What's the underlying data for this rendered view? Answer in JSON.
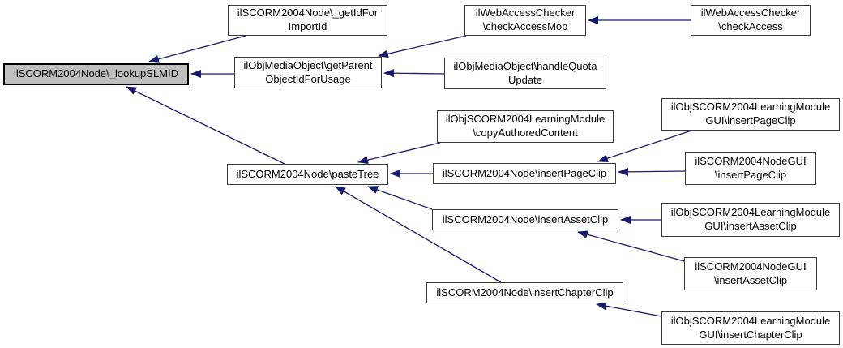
{
  "diagram": {
    "type": "caller-graph",
    "background_color": "#ffffff",
    "edge_color": "#191970",
    "node_fill": "#ffffff",
    "node_border_color": "#383838",
    "highlight_node_fill": "#bfbfbf",
    "highlight_node_border": "#000000",
    "nodes": {
      "lookup_slmid": {
        "label": [
          "ilSCORM2004Node\\_lookupSLMID"
        ],
        "highlighted": true
      },
      "get_id_for_import_id": {
        "label": [
          "ilSCORM2004Node\\_getIdFor",
          "ImportId"
        ]
      },
      "get_parent_object_id_for_usage": {
        "label": [
          "ilObjMediaObject\\getParent",
          "ObjectIdForUsage"
        ]
      },
      "check_access_mob": {
        "label": [
          "ilWebAccessChecker",
          "\\checkAccessMob"
        ]
      },
      "check_access": {
        "label": [
          "ilWebAccessChecker",
          "\\checkAccess"
        ]
      },
      "handle_quota_update": {
        "label": [
          "ilObjMediaObject\\handleQuota",
          "Update"
        ]
      },
      "copy_authored_content": {
        "label": [
          "ilObjSCORM2004LearningModule",
          "\\copyAuthoredContent"
        ]
      },
      "paste_tree": {
        "label": [
          "ilSCORM2004Node\\pasteTree"
        ]
      },
      "insert_page_clip": {
        "label": [
          "ilSCORM2004Node\\insertPageClip"
        ]
      },
      "gui_insert_page_clip": {
        "label": [
          "ilObjSCORM2004LearningModule",
          "GUI\\insertPageClip"
        ]
      },
      "nodegui_insert_page_clip": {
        "label": [
          "ilSCORM2004NodeGUI",
          "\\insertPageClip"
        ]
      },
      "insert_asset_clip": {
        "label": [
          "ilSCORM2004Node\\insertAssetClip"
        ]
      },
      "gui_insert_asset_clip": {
        "label": [
          "ilObjSCORM2004LearningModule",
          "GUI\\insertAssetClip"
        ]
      },
      "nodegui_insert_asset_clip": {
        "label": [
          "ilSCORM2004NodeGUI",
          "\\insertAssetClip"
        ]
      },
      "insert_chapter_clip": {
        "label": [
          "ilSCORM2004Node\\insertChapterClip"
        ]
      },
      "gui_insert_chapter_clip": {
        "label": [
          "ilObjSCORM2004LearningModule",
          "GUI\\insertChapterClip"
        ]
      }
    },
    "edges": [
      {
        "from": "get_id_for_import_id",
        "to": "lookup_slmid"
      },
      {
        "from": "get_parent_object_id_for_usage",
        "to": "lookup_slmid"
      },
      {
        "from": "paste_tree",
        "to": "lookup_slmid"
      },
      {
        "from": "check_access_mob",
        "to": "get_parent_object_id_for_usage"
      },
      {
        "from": "handle_quota_update",
        "to": "get_parent_object_id_for_usage"
      },
      {
        "from": "check_access",
        "to": "check_access_mob"
      },
      {
        "from": "copy_authored_content",
        "to": "paste_tree"
      },
      {
        "from": "insert_page_clip",
        "to": "paste_tree"
      },
      {
        "from": "insert_asset_clip",
        "to": "paste_tree"
      },
      {
        "from": "insert_chapter_clip",
        "to": "paste_tree"
      },
      {
        "from": "gui_insert_page_clip",
        "to": "insert_page_clip"
      },
      {
        "from": "nodegui_insert_page_clip",
        "to": "insert_page_clip"
      },
      {
        "from": "gui_insert_asset_clip",
        "to": "insert_asset_clip"
      },
      {
        "from": "nodegui_insert_asset_clip",
        "to": "insert_asset_clip"
      },
      {
        "from": "gui_insert_chapter_clip",
        "to": "insert_chapter_clip"
      }
    ]
  }
}
